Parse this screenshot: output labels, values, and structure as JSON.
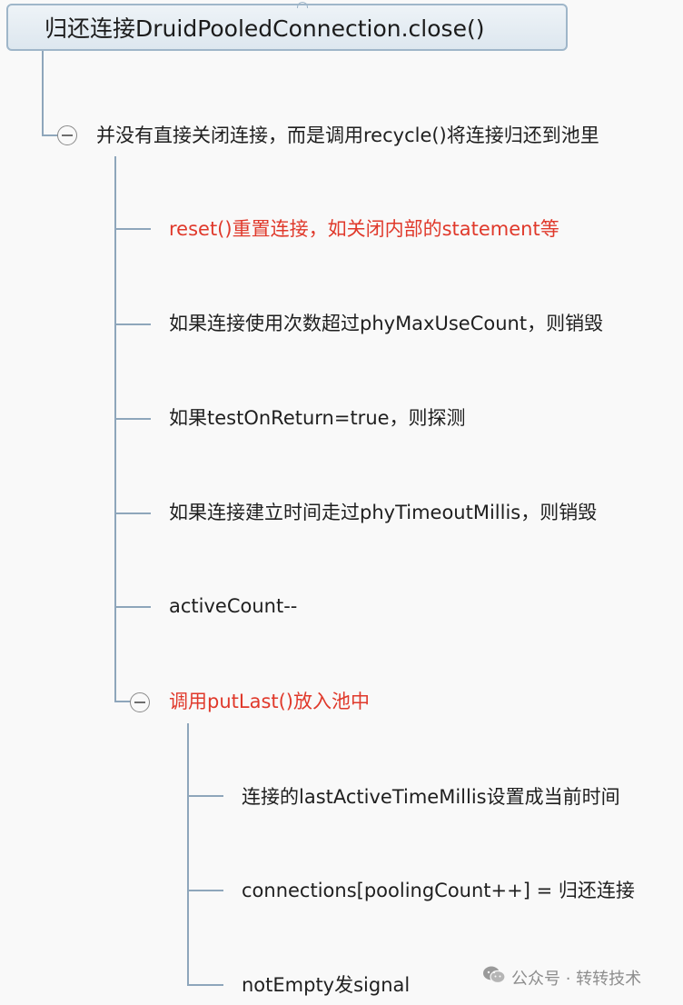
{
  "root": {
    "label": "归还连接DruidPooledConnection.close()"
  },
  "level1": {
    "label": "并没有直接关闭连接，而是调用recycle()将连接归还到池里"
  },
  "children": [
    {
      "label": "reset()重置连接，如关闭内部的statement等"
    },
    {
      "label": "如果连接使用次数超过phyMaxUseCount，则销毁"
    },
    {
      "label": "如果testOnReturn=true，则探测"
    },
    {
      "label": "如果连接建立时间走过phyTimeoutMillis，则销毁"
    },
    {
      "label": "activeCount--"
    },
    {
      "label": "调用putLast()放入池中"
    }
  ],
  "grandchildren": [
    {
      "label": "连接的lastActiveTimeMillis设置成当前时间"
    },
    {
      "label": "connections[poolingCount++] = 归还连接"
    },
    {
      "label": "notEmpty发signal"
    }
  ],
  "watermark": {
    "text": "公众号 · 转转技术",
    "icon": "wechat-icon"
  },
  "colors": {
    "line": "#8ea6bb",
    "highlight": "#e0392b",
    "text": "#1f1f1f"
  }
}
